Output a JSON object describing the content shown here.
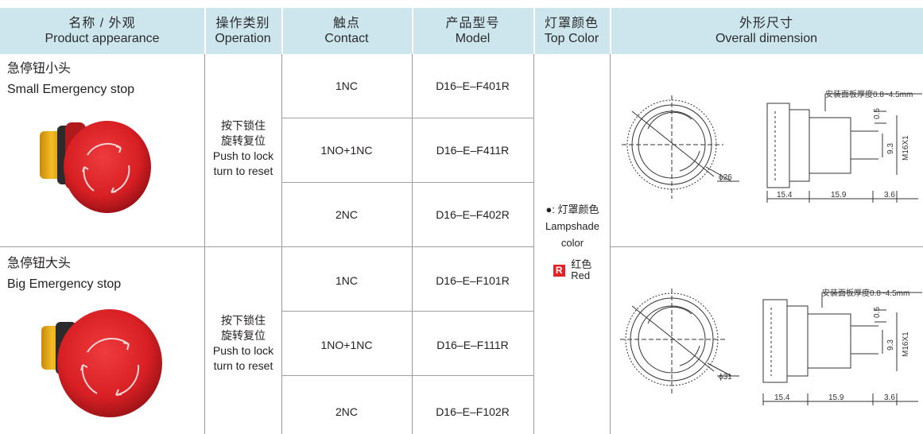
{
  "header": {
    "product": {
      "zh": "名称 / 外观",
      "en": "Product appearance"
    },
    "operation": {
      "zh": "操作类别",
      "en": "Operation"
    },
    "contact": {
      "zh": "触点",
      "en": "Contact"
    },
    "model": {
      "zh": "产品型号",
      "en": "Model"
    },
    "top_color": {
      "zh": "灯罩颜色",
      "en": "Top Color"
    },
    "dimension": {
      "zh": "外形尺寸",
      "en": "Overall dimension"
    }
  },
  "products": [
    {
      "name_zh": "急停钮小头",
      "name_en": "Small Emergency stop",
      "operation_zh_1": "按下锁住",
      "operation_zh_2": "旋转复位",
      "operation_en_1": "Push to lock",
      "operation_en_2": "turn to reset",
      "rows": [
        {
          "contact": "1NC",
          "model": "D16–E–F401R"
        },
        {
          "contact": "1NO+1NC",
          "model": "D16–E–F411R"
        },
        {
          "contact": "2NC",
          "model": "D16–E–F402R"
        }
      ],
      "dimension": {
        "panel_note": "安装面板厚度0.8~4.5mm",
        "diameter": "ϕ26",
        "d1": "15.4",
        "d2": "15.9",
        "d3": "3.6",
        "v1": "0.5",
        "v2": "9.3",
        "v3": "M16X1"
      }
    },
    {
      "name_zh": "急停钮大头",
      "name_en": "Big Emergency stop",
      "operation_zh_1": "按下锁住",
      "operation_zh_2": "旋转复位",
      "operation_en_1": "Push to lock",
      "operation_en_2": "turn to reset",
      "rows": [
        {
          "contact": "1NC",
          "model": "D16–E–F101R"
        },
        {
          "contact": "1NO+1NC",
          "model": "D16–E–F111R"
        },
        {
          "contact": "2NC",
          "model": "D16–E–F102R"
        }
      ],
      "dimension": {
        "panel_note": "安装面板厚度0.8~4.5mm",
        "diameter": "ϕ31",
        "d1": "15.4",
        "d2": "15.9",
        "d3": "3.6",
        "v1": "0.5",
        "v2": "9.3",
        "v3": "M16X1"
      }
    }
  ],
  "color_note": {
    "line1": "●: 灯罩颜色",
    "line2": "Lampshade",
    "line3": "color",
    "badge": "R",
    "red_zh": "红色",
    "red_en": "Red"
  },
  "colors": {
    "header_bg": "#cde6ee",
    "button_red": "#e42326",
    "button_yellow": "#f3b21a"
  }
}
